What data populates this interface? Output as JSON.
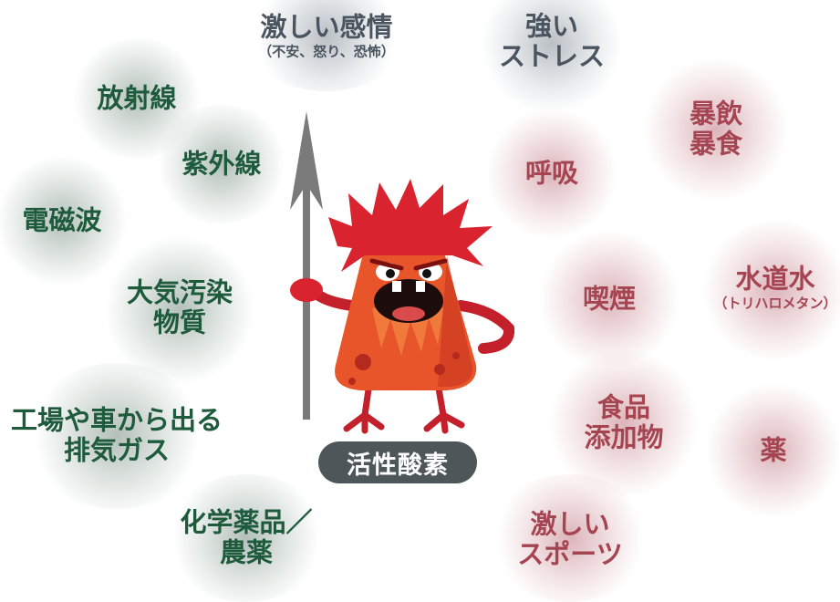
{
  "center_label": "活性酸素",
  "factors": {
    "emotion": {
      "title": "激しい感情",
      "sub": "（不安、怒り、恐怖）"
    },
    "stress": {
      "title": "強い",
      "line2": "ストレス"
    },
    "radiation": {
      "title": "放射線"
    },
    "uv": {
      "title": "紫外線"
    },
    "em_waves": {
      "title": "電磁波"
    },
    "air": {
      "title": "大気汚染",
      "line2": "物質"
    },
    "exhaust": {
      "title": "工場や車から出る",
      "line2": "排気ガス"
    },
    "chemicals": {
      "title": "化学薬品／",
      "line2": "農薬"
    },
    "binge": {
      "title": "暴飲",
      "line2": "暴食"
    },
    "breathing": {
      "title": "呼吸"
    },
    "smoking": {
      "title": "喫煙"
    },
    "tap_water": {
      "title": "水道水",
      "sub": "（トリハロメタン）"
    },
    "additives": {
      "title": "食品",
      "line2": "添加物"
    },
    "medicine": {
      "title": "薬"
    },
    "sports": {
      "title": "激しい",
      "line2": "スポーツ"
    }
  },
  "colors": {
    "green_text": "#1e5a3c",
    "red_text": "#a64552",
    "gray_text": "#4a5560",
    "pill_bg": "#4d5659",
    "monster_body": "#e8552a",
    "monster_hair": "#d9232e",
    "spear": "#7a7a7a"
  }
}
